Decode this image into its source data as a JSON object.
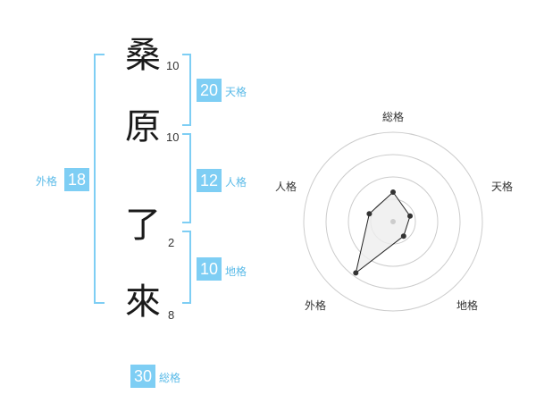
{
  "name": {
    "chars": [
      {
        "char": "桑",
        "strokes": "10"
      },
      {
        "char": "原",
        "strokes": "10"
      },
      {
        "char": "了",
        "strokes": "2"
      },
      {
        "char": "來",
        "strokes": "8"
      }
    ]
  },
  "scores": {
    "tenkaku": {
      "value": "20",
      "label": "天格"
    },
    "jinkaku": {
      "value": "12",
      "label": "人格"
    },
    "chikaku": {
      "value": "10",
      "label": "地格"
    },
    "gaikaku": {
      "value": "18",
      "label": "外格"
    },
    "soukaku": {
      "value": "30",
      "label": "総格"
    }
  },
  "colors": {
    "accent": "#7ecef4",
    "label": "#5bbbe8",
    "bracket": "#7ecef4",
    "ring": "#cccccc",
    "polygon_fill": "#eeeeee",
    "polygon_stroke": "#222222"
  },
  "chart_data": {
    "type": "radar",
    "axes": [
      "総格",
      "天格",
      "地格",
      "外格",
      "人格"
    ],
    "values": [
      0.33,
      0.2,
      0.2,
      0.71,
      0.28
    ],
    "rings": 4,
    "range": [
      0,
      1
    ],
    "grid": true
  }
}
